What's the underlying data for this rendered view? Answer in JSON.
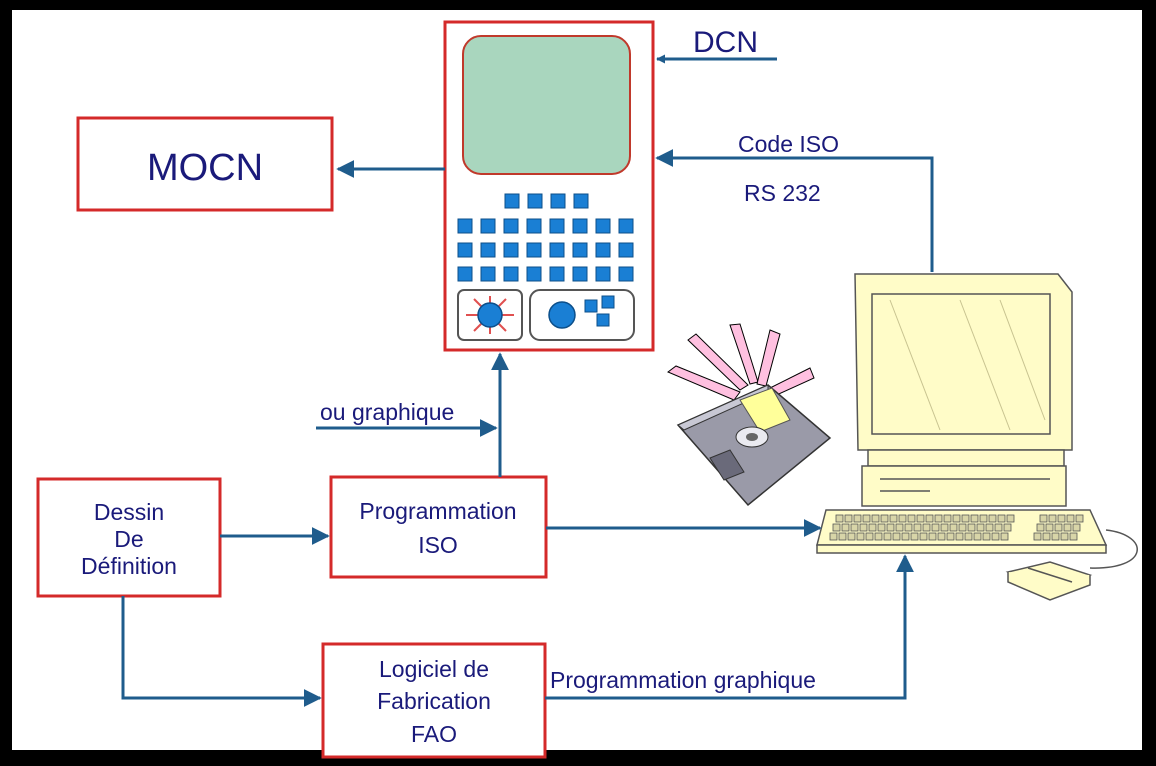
{
  "boxes": {
    "mocn": "MOCN",
    "dessin": [
      "Dessin",
      "De",
      "Définition"
    ],
    "programmation_iso": [
      "Programmation",
      "ISO"
    ],
    "logiciel": [
      "Logiciel de",
      "Fabrication",
      "FAO"
    ]
  },
  "labels": {
    "dcn": "DCN",
    "code_iso": "Code ISO",
    "rs232": "RS 232",
    "ou_graphique": "ou graphique",
    "programmation_graphique": "Programmation graphique"
  },
  "colors": {
    "box_border": "#d42a2a",
    "arrow": "#1f5c8c",
    "text": "#1a1a7a",
    "screen": "#a9d6be",
    "key": "#1a7fd4",
    "computer": "#fffcc8"
  },
  "icons": [
    "cnc-controller",
    "computer-workstation",
    "floppy-disk"
  ]
}
